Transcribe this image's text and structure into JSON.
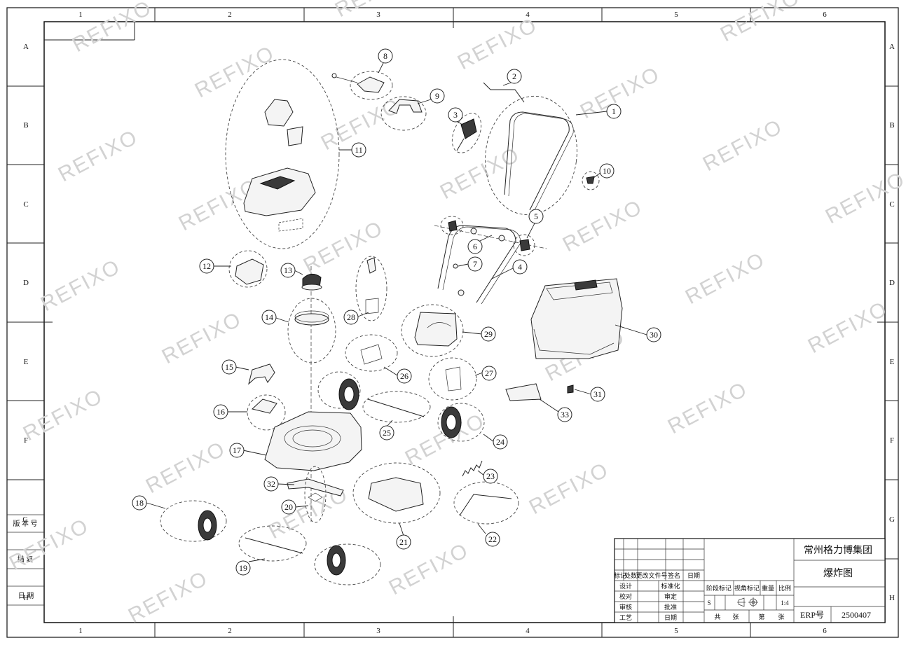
{
  "border": {
    "columns": [
      "1",
      "2",
      "3",
      "4",
      "5",
      "6"
    ],
    "rows": [
      "A",
      "B",
      "C",
      "D",
      "E",
      "F",
      "G",
      "H"
    ]
  },
  "watermark": "REFIXO",
  "balloons": [
    "1",
    "2",
    "3",
    "4",
    "5",
    "6",
    "7",
    "8",
    "9",
    "10",
    "11",
    "12",
    "13",
    "14",
    "15",
    "16",
    "17",
    "18",
    "19",
    "20",
    "21",
    "22",
    "23",
    "24",
    "25",
    "26",
    "27",
    "28",
    "29",
    "30",
    "31",
    "32",
    "33"
  ],
  "side_labels": {
    "version_no": "版 本 号",
    "record": "描   复",
    "date": "日 期",
    "row_g": "G",
    "row_h": "H"
  },
  "title_block": {
    "company": "常州格力博集团",
    "drawing_name": "爆炸图",
    "rev_headers": [
      "标记",
      "处数",
      "更改文件号",
      "签名",
      "日期"
    ],
    "design": "设计",
    "standardize": "标准化",
    "check": "校对",
    "review": "审定",
    "audit": "审核",
    "approve": "批准",
    "process": "工艺",
    "date": "日期",
    "stage_mark": "阶段标记",
    "view_mark": "视角标记",
    "weight": "重量",
    "scale": "比例",
    "stage_value": "S",
    "scale_value": "1:4",
    "total_sheets": "共",
    "sheets_unit": "张",
    "sheet_no": "第",
    "sheet_unit": "张",
    "erp_label": "ERP号",
    "erp_value": "2500407"
  }
}
